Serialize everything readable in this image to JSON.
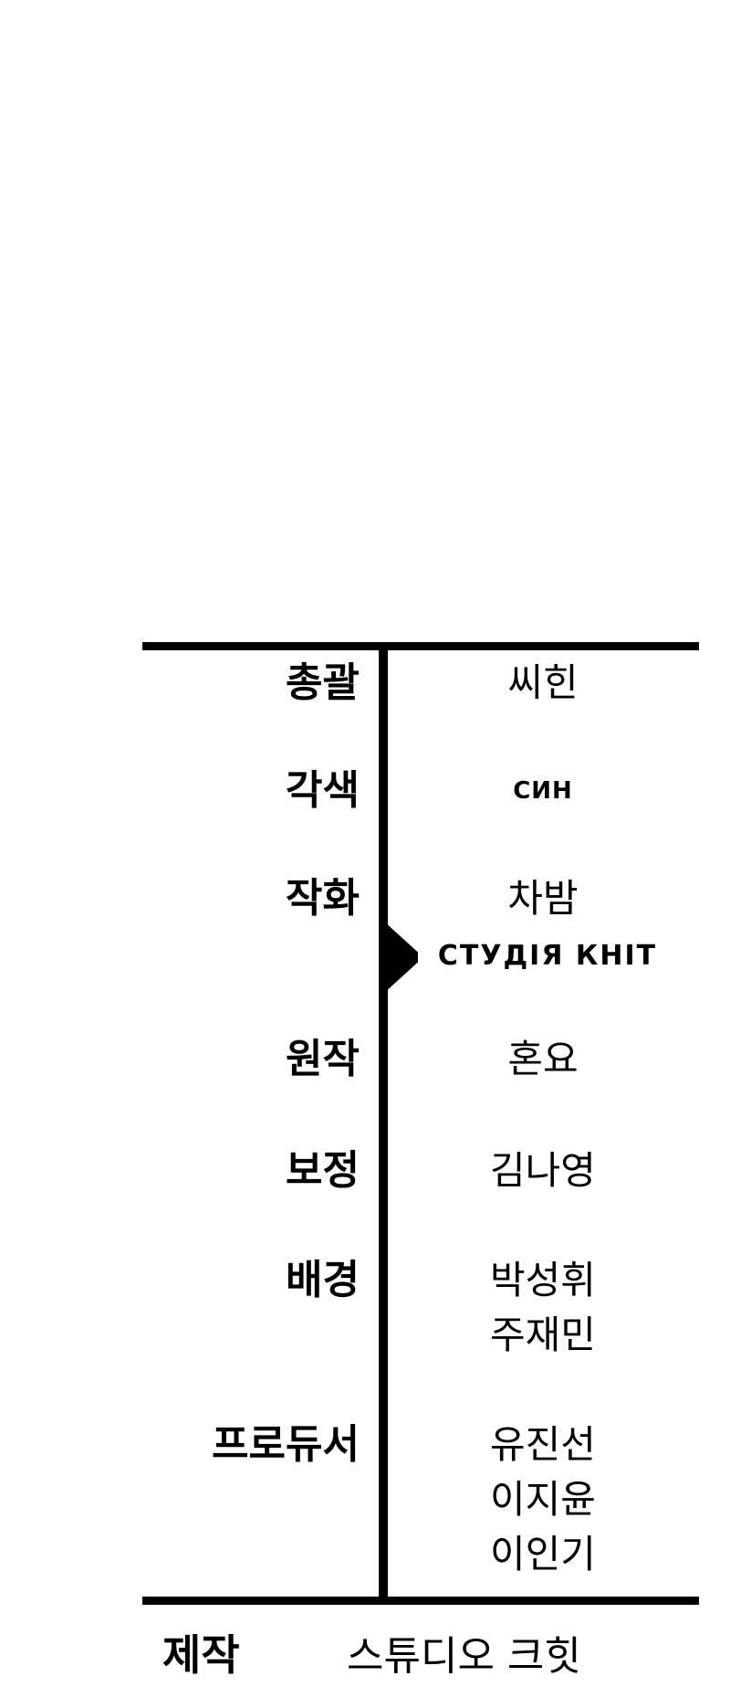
{
  "credits": [
    {
      "role": "총괄",
      "names": [
        "씨힌"
      ]
    },
    {
      "role": "각색",
      "names": [
        "СИН"
      ]
    },
    {
      "role": "작화",
      "names": [
        "차밤"
      ]
    },
    {
      "role": "원작",
      "names": [
        "혼요"
      ]
    },
    {
      "role": "보정",
      "names": [
        "김나영"
      ]
    },
    {
      "role": "배경",
      "names": [
        "박성휘",
        "주재민"
      ]
    },
    {
      "role": "프로듀서",
      "names": [
        "유진선",
        "이지윤",
        "이인기"
      ]
    }
  ],
  "translator_overlay": "СТУДІЯ КНІТ",
  "footer": {
    "role": "제작",
    "value": "스튜디오 크힛"
  }
}
